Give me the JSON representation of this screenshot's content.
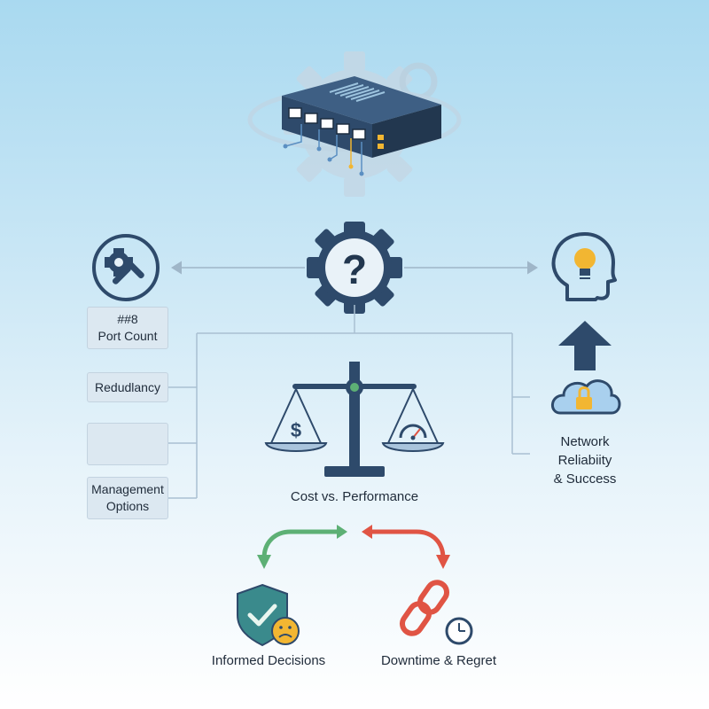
{
  "left_items": {
    "port_count": {
      "line1": "##8",
      "line2": "Port Count"
    },
    "redundancy": "Redudlancy",
    "management": {
      "line1": "Management",
      "line2": "Options"
    }
  },
  "center": {
    "balance_label": "Cost vs. Performance"
  },
  "right": {
    "line1": "Network",
    "line2": "Reliabiity",
    "line3": "& Success"
  },
  "outcomes": {
    "good": "Informed Decisions",
    "bad": "Downtime & Regret"
  },
  "colors": {
    "navy": "#2e4a6b",
    "gear_light": "#c9dbe8",
    "green": "#5db075",
    "red": "#e05444",
    "yellow": "#f2b632",
    "shield_teal": "#3a8a8c"
  }
}
